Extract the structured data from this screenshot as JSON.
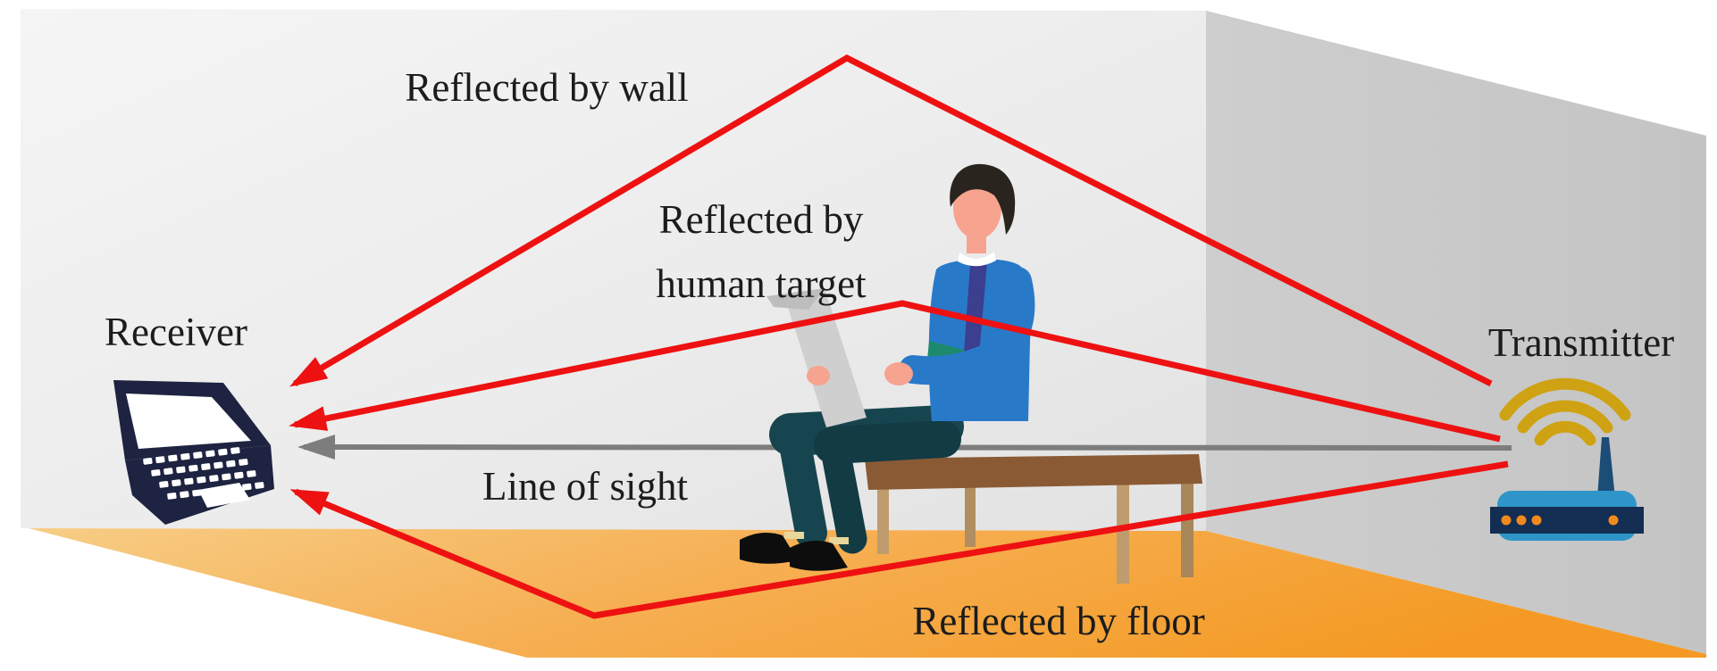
{
  "diagram": {
    "labels": {
      "receiver": "Receiver",
      "transmitter": "Transmitter",
      "reflected_by_wall": "Reflected by wall",
      "reflected_by_human_line1": "Reflected by",
      "reflected_by_human_line2": "human target",
      "line_of_sight": "Line of sight",
      "reflected_by_floor": "Reflected by floor"
    },
    "colors": {
      "signal_path_red": "#ee1111",
      "line_of_sight_gray": "#7d7d7d",
      "back_wall_gray": "#ececec",
      "side_wall_gray": "#c9c9c9",
      "floor_orange_light": "#f7cd86",
      "floor_orange": "#f5a02c",
      "wifi_gold": "#cfa213",
      "router_blue": "#2e95c8",
      "router_panel_navy": "#132e52",
      "router_led_orange": "#f08a1d",
      "laptop_navy": "#1d2340",
      "skin": "#f6a38f",
      "sweater_blue": "#2979c9",
      "pants_teal": "#17454f",
      "chair_brown": "#8a5a35",
      "label_text": "#1c1c1c"
    },
    "icons": [
      "laptop-icon",
      "wifi-router-icon",
      "wifi-waves-icon",
      "person-icon",
      "chair-icon"
    ]
  }
}
